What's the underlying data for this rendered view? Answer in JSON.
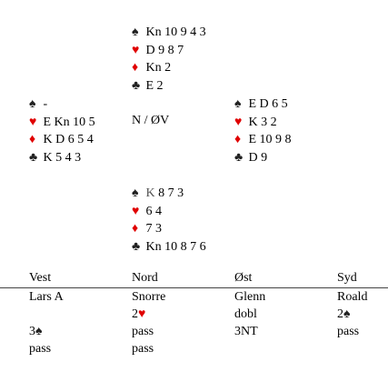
{
  "north": {
    "spades": "Kn 10 9 4 3",
    "hearts": "D 9 8 7",
    "diamonds": "Kn 2",
    "clubs": "E 2"
  },
  "west": {
    "spades": "-",
    "hearts": "E Kn 10 5",
    "diamonds": "K D 6 5 4",
    "clubs": "K 5 4 3"
  },
  "east": {
    "spades": "E D 6 5",
    "hearts": "K 3 2",
    "diamonds": "E 10 9 8",
    "clubs": "D 9"
  },
  "south": {
    "spades_first": "K",
    "spades_rest": " 8 7 3",
    "hearts": "6 4",
    "diamonds": "7 3",
    "clubs": "Kn 10 8 7 6"
  },
  "vulnerability": "N / ØV",
  "suit_symbols": {
    "spade": "♠",
    "heart": "♥",
    "diamond": "♦",
    "club": "♣"
  },
  "colors": {
    "red": "#e00000",
    "black": "#222222"
  },
  "bidding": {
    "headers": [
      "Vest",
      "Nord",
      "Øst",
      "Syd"
    ],
    "players": [
      "Lars A",
      "Snorre",
      "Glenn",
      "Roald"
    ],
    "row1": {
      "nord_level": "2",
      "nord_suit": "♥",
      "ost": "dobl",
      "syd_level": "2",
      "syd_suit": "♠"
    },
    "row2": {
      "vest_level": "3",
      "vest_suit": "♠",
      "nord": "pass",
      "ost": "3NT",
      "syd": "pass"
    },
    "row3": {
      "vest": "pass",
      "nord": "pass"
    }
  }
}
